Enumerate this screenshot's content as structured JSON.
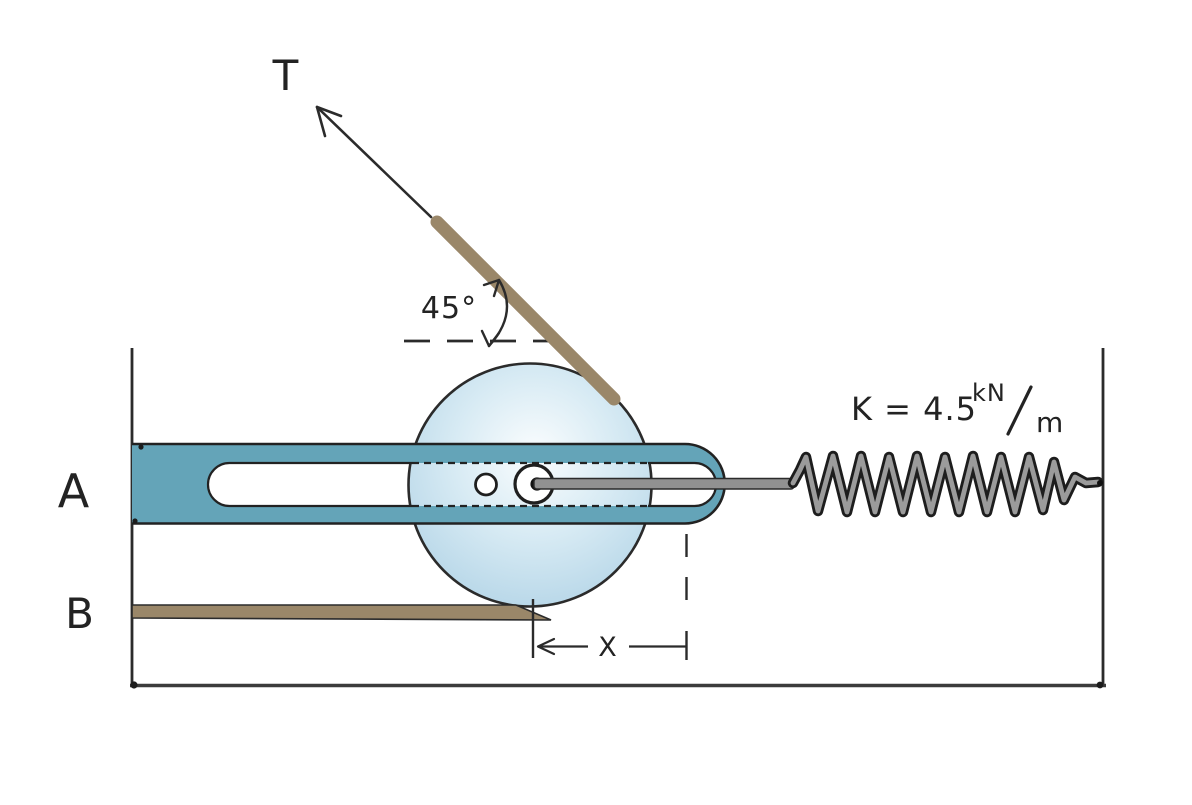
{
  "figure": {
    "type": "hand-drawn mechanics diagram: slotted arm, disk pulley, spring and cords",
    "labels": {
      "tension_force": "T",
      "angle": "45°",
      "arm_point": "A",
      "cord_point": "B",
      "displacement": "X",
      "spring_eq": "K = 4.5",
      "spring_unit_num": "kN",
      "spring_unit_den": "m"
    },
    "values": {
      "angle_degrees": 45,
      "spring_constant": "4.5 kN/m"
    },
    "colors": {
      "ink": "#2b2b2b",
      "arm_fill": "#64a4b8",
      "disk_highlight": "#fbfdfe",
      "disk_mid": "#d8ebf4",
      "disk_edge": "#a9cee3",
      "cord_tan": "#9a8769",
      "rod_gray": "#919191",
      "spring_gray": "#9b9b9b",
      "ground_gray": "#3c3c3c"
    }
  }
}
